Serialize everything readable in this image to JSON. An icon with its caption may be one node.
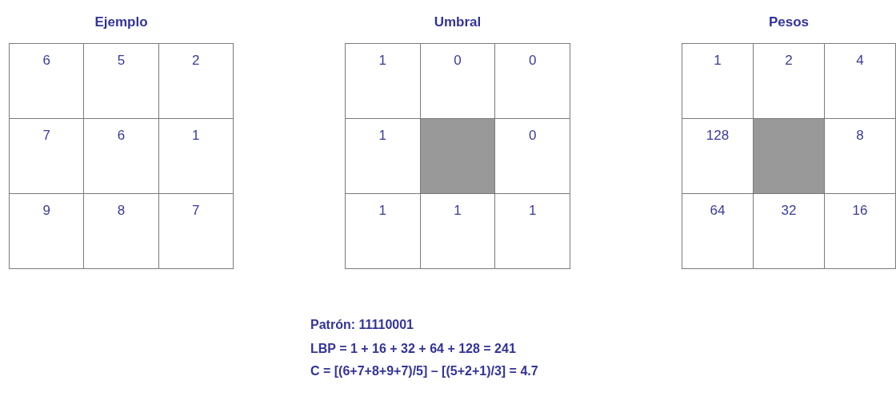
{
  "diagram": {
    "nodes": [
      {
        "text": [
          "Ejemplo"
        ]
      },
      {
        "text": [
          "6"
        ],
        "in": 0
      },
      {
        "text": [
          "5"
        ],
        "in": 0
      },
      {
        "text": [
          "2"
        ],
        "in": 0
      },
      {
        "text": [
          "7"
        ],
        "in": 0
      },
      {
        "text": [
          "6"
        ],
        "in": 0
      },
      {
        "text": [
          "1"
        ],
        "in": 0
      },
      {
        "text": [
          "9"
        ],
        "in": 0
      },
      {
        "text": [
          "8"
        ],
        "in": 0
      },
      {
        "text": [
          "7"
        ],
        "in": 0
      },
      {
        "text": [
          "Umbral"
        ]
      },
      {
        "text": [
          "1"
        ],
        "in": 10
      },
      {
        "text": [
          "0"
        ],
        "in": 10
      },
      {
        "text": [
          "0"
        ],
        "in": 10
      },
      {
        "text": [
          "1"
        ],
        "in": 10
      },
      {
        "text": [],
        "shape": "box",
        "in": 10
      },
      {
        "text": [
          "0"
        ],
        "in": 10
      },
      {
        "text": [
          "1"
        ],
        "in": 10
      },
      {
        "text": [
          "1"
        ],
        "in": 10
      },
      {
        "text": [
          "1"
        ],
        "in": 10
      },
      {
        "text": [
          "Pesos"
        ]
      },
      {
        "text": [
          "1"
        ],
        "in": 20
      },
      {
        "text": [
          "2"
        ],
        "in": 20
      },
      {
        "text": [
          "4"
        ],
        "in": 20
      },
      {
        "text": [
          "128"
        ],
        "in": 20
      },
      {
        "text": [],
        "shape": "box",
        "in": 20
      },
      {
        "text": [
          "8"
        ],
        "in": 20
      },
      {
        "text": [
          "64"
        ],
        "in": 20
      },
      {
        "text": [
          "32"
        ],
        "in": 20
      },
      {
        "text": [
          "16"
        ],
        "in": 20
      }
    ],
    "labels": [
      "Patrón: 11110001",
      "LBP = 1 + 16 + 32 + 64 + 128 = 241",
      "C = [(6+7+8+9+7)/5] – [(5+2+1)/3] = 4.7"
    ]
  }
}
